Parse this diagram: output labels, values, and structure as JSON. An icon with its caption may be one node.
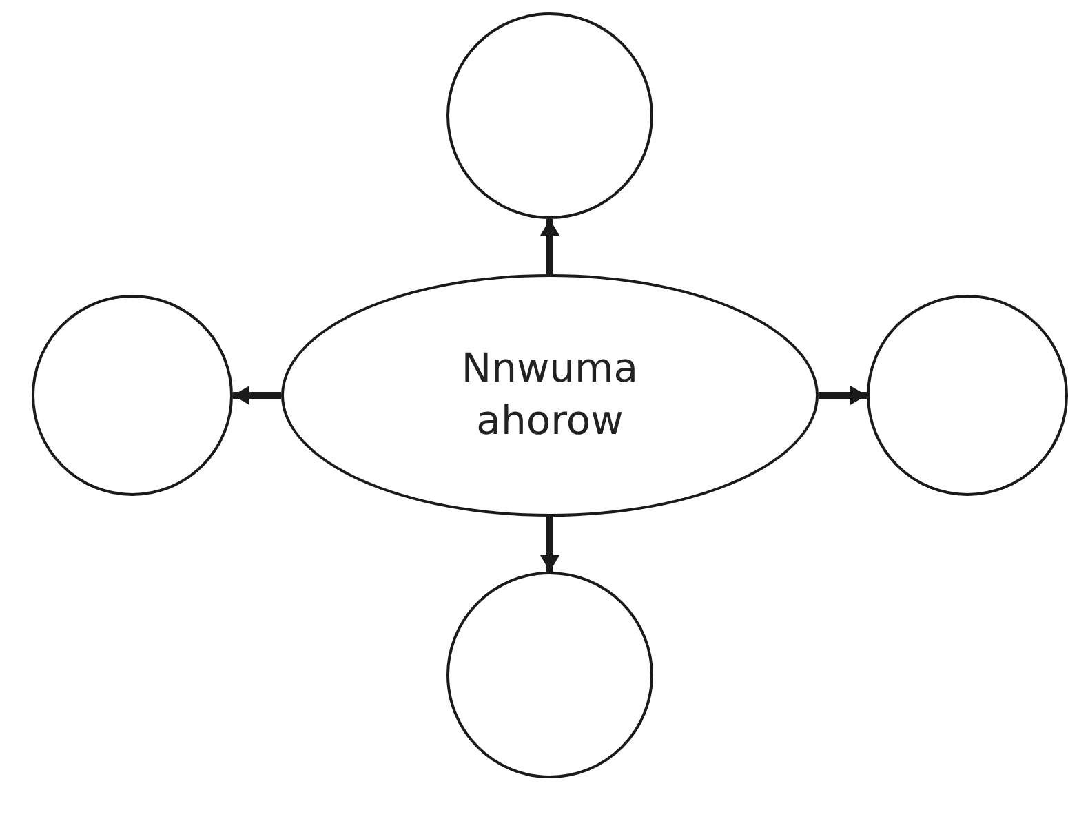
{
  "diagram": {
    "nodes": [
      {
        "text": [],
        "shape": "circle"
      },
      {
        "text": [],
        "shape": "circle"
      },
      {
        "text": [
          "Nnwuma ahorow"
        ]
      },
      {
        "text": [],
        "shape": "circle"
      },
      {
        "text": [],
        "shape": "circle"
      }
    ],
    "edges": [
      {
        "from": 2,
        "to": 0,
        "arrow": "to"
      },
      {
        "from": 2,
        "to": 1,
        "arrow": "to"
      },
      {
        "from": 2,
        "to": 3,
        "arrow": "to"
      },
      {
        "from": 2,
        "to": 4,
        "arrow": "to"
      }
    ]
  }
}
